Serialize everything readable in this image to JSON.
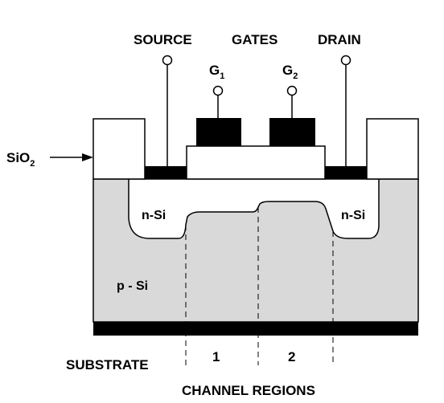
{
  "labels": {
    "source": "SOURCE",
    "gates": "GATES",
    "drain": "DRAIN",
    "gate1_main": "G",
    "gate1_sub": "1",
    "gate2_main": "G",
    "gate2_sub": "2",
    "oxide_main": "SiO",
    "oxide_sub": "2",
    "n_si_left": "n-Si",
    "n_si_right": "n-Si",
    "p_si": "p - Si",
    "substrate": "SUBSTRATE",
    "channel_1": "1",
    "channel_2": "2",
    "channel_regions": "CHANNEL REGIONS"
  },
  "colors": {
    "p_region": "#d9d9d9",
    "metal": "#000000",
    "oxide": "#ffffff",
    "line": "#000000"
  }
}
